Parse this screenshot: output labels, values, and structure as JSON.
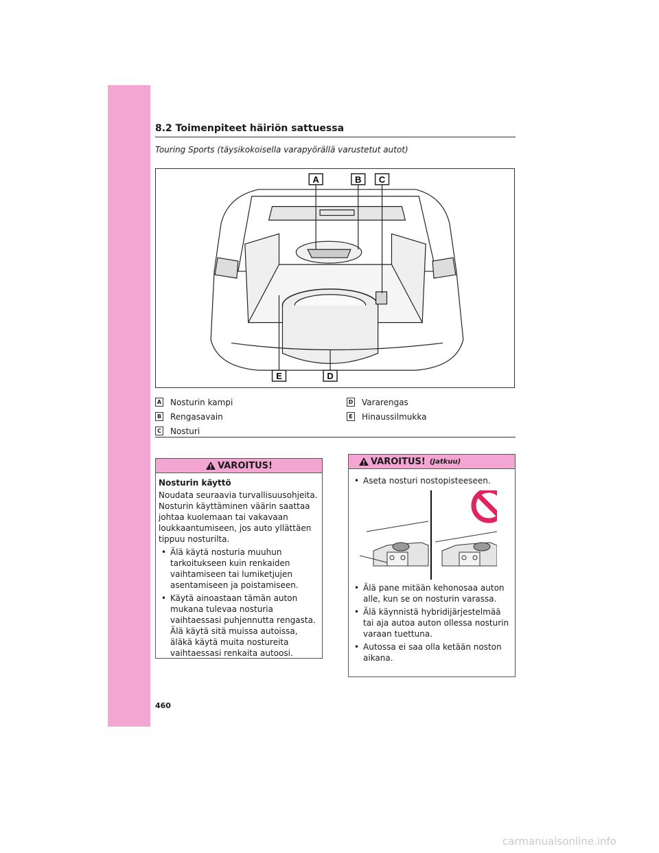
{
  "header": {
    "section_title": "8.2  Toimenpiteet häiriön sattuessa",
    "subtitle": "Touring Sports (täysikokoisella varapyörällä varustetut autot)"
  },
  "figure": {
    "callouts": [
      "A",
      "B",
      "C",
      "D",
      "E"
    ]
  },
  "legend": {
    "left": [
      {
        "letter": "A",
        "label": "Nosturin kampi"
      },
      {
        "letter": "B",
        "label": "Rengasavain"
      },
      {
        "letter": "C",
        "label": "Nosturi"
      }
    ],
    "right": [
      {
        "letter": "D",
        "label": "Vararengas"
      },
      {
        "letter": "E",
        "label": "Hinaussilmukka"
      }
    ]
  },
  "warning_left": {
    "heading": "VAROITUS!",
    "subheading": "Nosturin käyttö",
    "intro": "Noudata seuraavia turvallisuusohjeita. Nosturin käyttäminen väärin saattaa johtaa kuolemaan tai vakavaan loukkaantumiseen, jos auto yllättäen tippuu nosturilta.",
    "bullets": [
      "Älä käytä nosturia muuhun tarkoitukseen kuin renkaiden vaihtamiseen tai lumiketjujen asentamiseen ja poistamiseen.",
      "Käytä ainoastaan tämän auton mukana tulevaa nosturia vaihtaessasi puhjennutta rengasta. Älä käytä sitä muissa autoissa, äläkä käytä muita nostureita vaihtaessasi renkaita autoosi."
    ]
  },
  "warning_right": {
    "heading": "VAROITUS!",
    "continued": "(Jatkuu)",
    "bullet_top": "Aseta nosturi nostopisteeseen.",
    "bullets": [
      "Älä pane mitään kehonosaa auton alle, kun se on nosturin varassa.",
      "Älä käynnistä hybridijärjestelmää tai aja autoa auton ollessa nosturin varaan tuettuna.",
      "Autossa ei saa olla ketään noston aikana."
    ]
  },
  "footer": {
    "page_number": "460",
    "watermark": "carmanualsonline.info"
  },
  "colors": {
    "accent_pink": "#f4a6d2",
    "prohibition_red": "#e0245e"
  }
}
